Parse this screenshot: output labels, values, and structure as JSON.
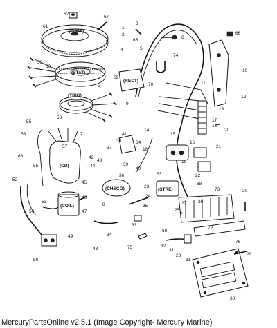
{
  "components": {
    "flywheel": "(FLYW)",
    "stator": "(STAT)",
    "trigger": "(TRIG)",
    "rectifier": "(RECT)",
    "cd": "(CD)",
    "coil": "(COIL)",
    "chsco": "(CHSCO)",
    "stre": "(STRE)"
  },
  "callouts": [
    "1",
    "2",
    "3",
    "4",
    "5",
    "6",
    "7",
    "8",
    "9",
    "10",
    "11",
    "12",
    "13",
    "14",
    "15",
    "16",
    "17",
    "18",
    "19",
    "20",
    "21",
    "22",
    "23",
    "24",
    "25",
    "26",
    "27",
    "28",
    "29",
    "30",
    "31",
    "32",
    "33",
    "34",
    "35",
    "36",
    "37",
    "38",
    "39",
    "40",
    "41",
    "42",
    "43",
    "44",
    "45",
    "46",
    "47",
    "48",
    "49",
    "50",
    "51",
    "52",
    "53",
    "54",
    "55",
    "56",
    "57",
    "58",
    "59",
    "60",
    "61",
    "62",
    "63",
    "64",
    "65",
    "66",
    "67",
    "68",
    "69",
    "70",
    "71",
    "72",
    "73",
    "74",
    "75",
    "76"
  ],
  "footer": "MercuryPartsOnline v2.5.1 (Image Copyright- Mercury Marine)"
}
